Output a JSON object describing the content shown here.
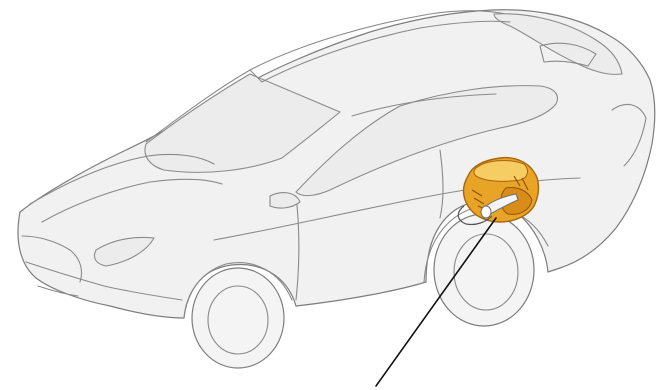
{
  "figure": {
    "subject": "vehicle-outline",
    "highlighted_component": "rear-electric-motor-unit",
    "colors": {
      "background": "#ffffff",
      "car_fill": "#f1f1f1",
      "car_outline": "#7d7d7d",
      "component_primary": "#e8a426",
      "component_shadow": "#a8650f",
      "component_highlight": "#f6cd63",
      "leader_line": "#111111"
    },
    "icons": {
      "motor": "motor-unit-icon",
      "leader": "leader-line"
    }
  }
}
